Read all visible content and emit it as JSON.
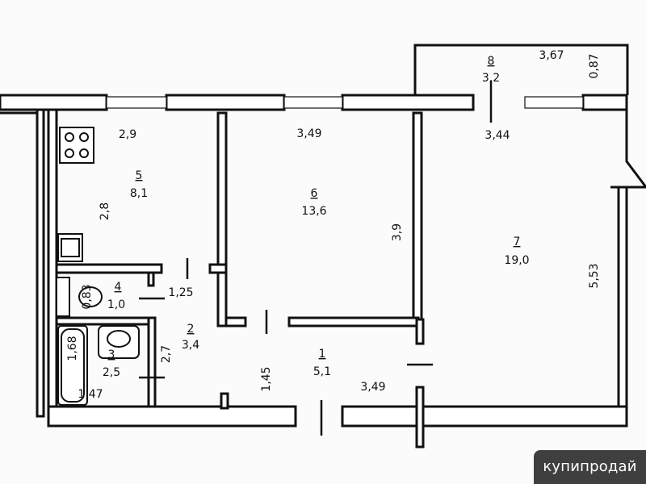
{
  "rooms": [
    {
      "number": "1",
      "area": "5,1"
    },
    {
      "number": "2",
      "area": "3,4"
    },
    {
      "number": "3",
      "area": "2,5"
    },
    {
      "number": "4",
      "area": "1,0"
    },
    {
      "number": "5",
      "area": "8,1"
    },
    {
      "number": "6",
      "area": "13,6"
    },
    {
      "number": "7",
      "area": "19,0"
    },
    {
      "number": "8",
      "area": "3,2"
    }
  ],
  "dimensions": {
    "k_top": "2,9",
    "k_side": "2,8",
    "r6_top": "3,49",
    "r6_side": "3,9",
    "r7_top": "3,44",
    "r7_side": "5,53",
    "balcony_len": "3,67",
    "balcony_depth": "0,87",
    "wc_w": "1,25",
    "wc_h": "0,83",
    "bath_h": "1,68",
    "bath_w": "1,47",
    "hall2_h": "2,7",
    "hall1_h": "1,45",
    "hall1_w": "3,49"
  },
  "watermark": "купипродай"
}
